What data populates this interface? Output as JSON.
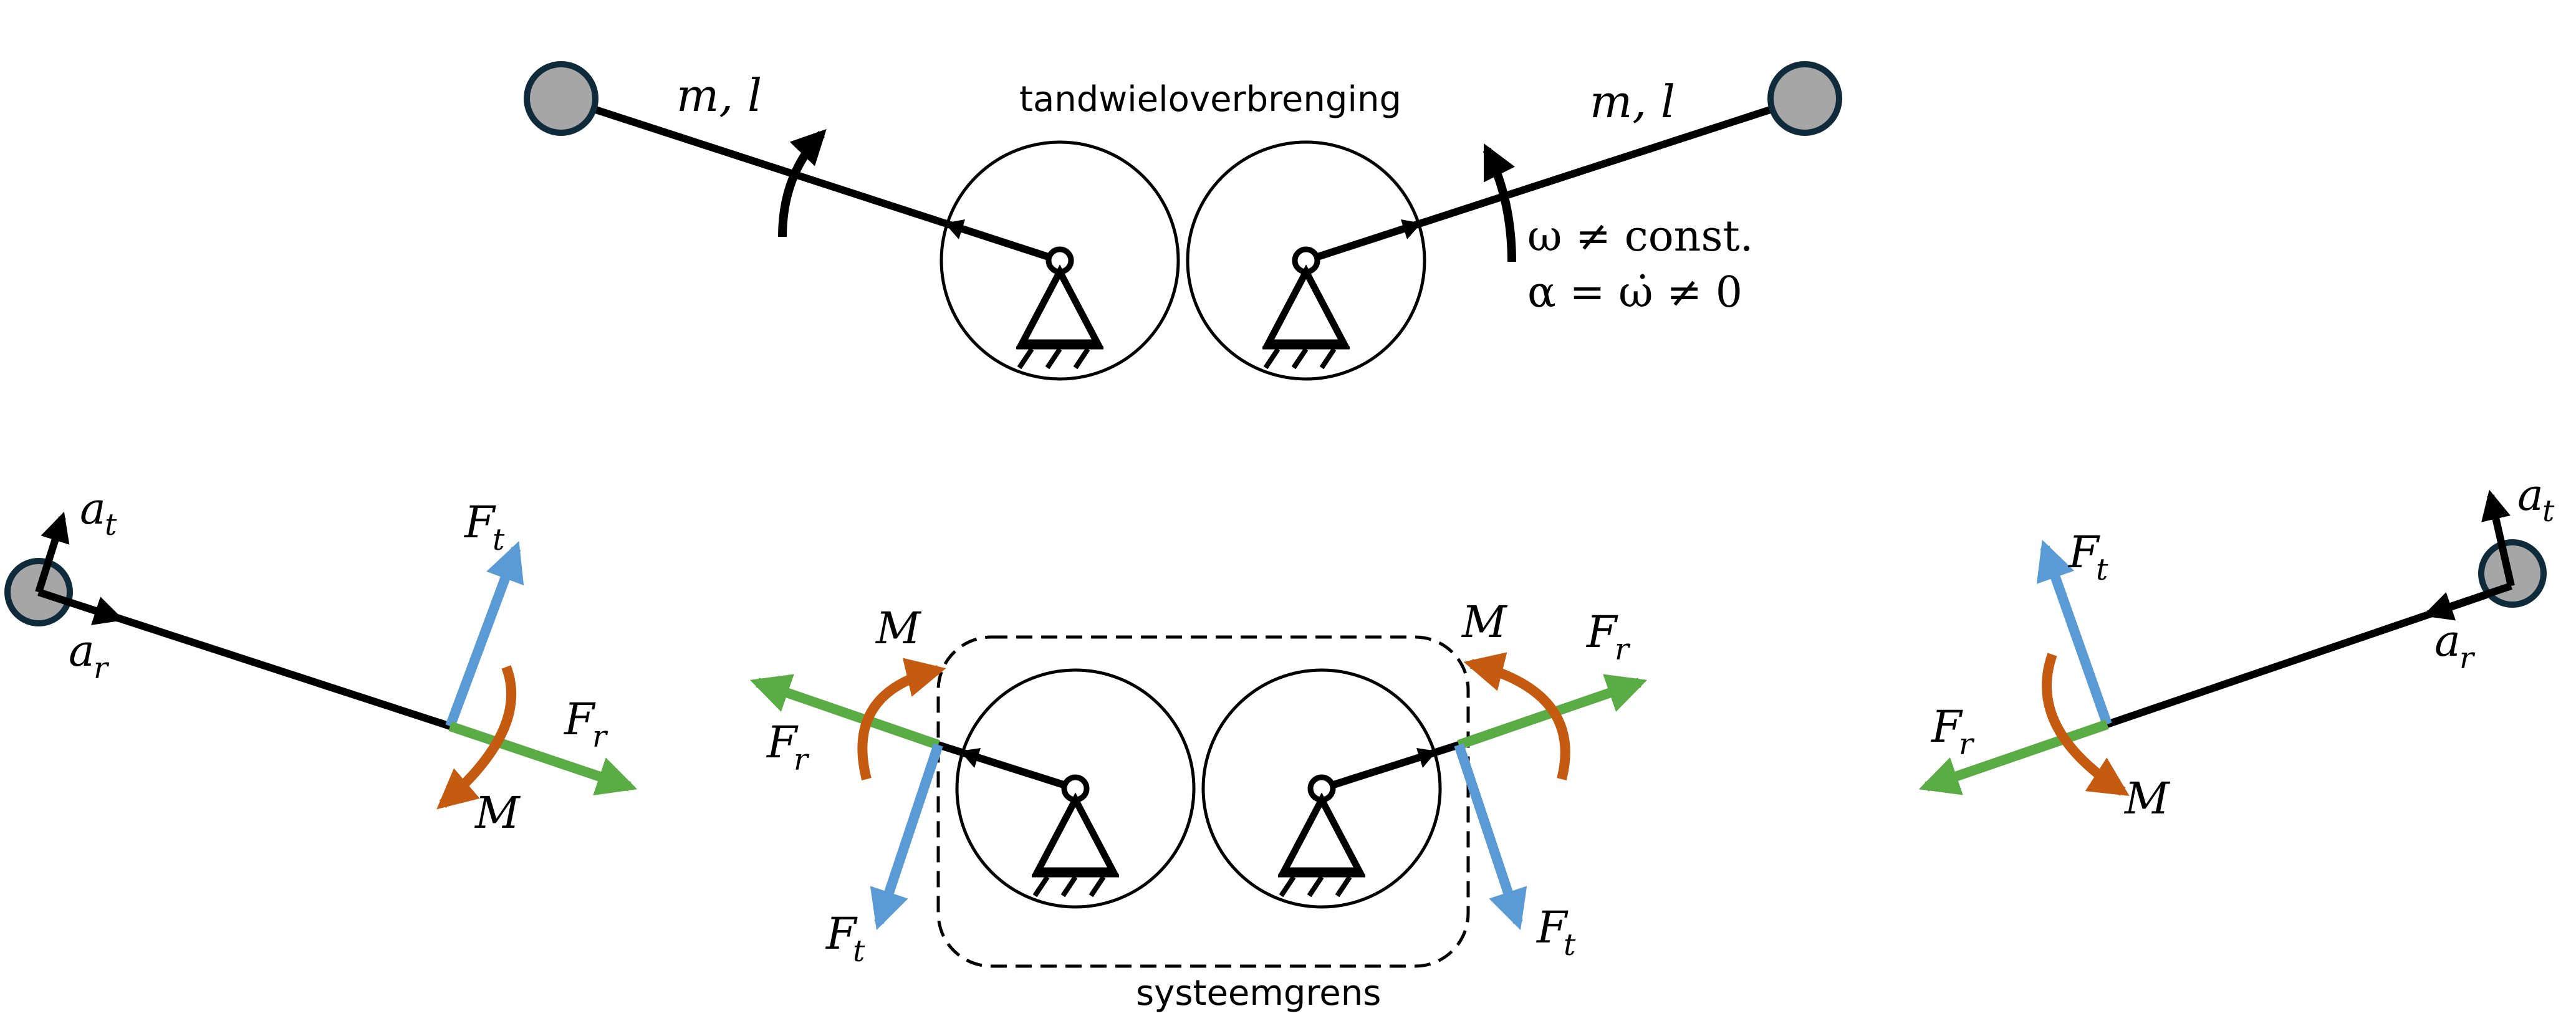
{
  "labels": {
    "mass_length_left": "m, l",
    "mass_length_right": "m, l",
    "gear_transmission": "tandwieloverbrenging",
    "omega_condition": "ω ≠ const.",
    "alpha_condition": "α = ω̇ ≠ 0",
    "system_boundary": "systeemgrens",
    "a_t": "a",
    "a_t_sub": "t",
    "a_r": "a",
    "a_r_sub": "r",
    "F_t": "F",
    "F_t_sub": "t",
    "F_r": "F",
    "F_r_sub": "r",
    "M": "M"
  },
  "colors": {
    "black": "#000000",
    "mass_fill": "#a6a6a6",
    "mass_stroke": "#0f2a3a",
    "force_tangential": "#5b9bd5",
    "force_radial": "#5aac44",
    "moment": "#c55a11"
  }
}
